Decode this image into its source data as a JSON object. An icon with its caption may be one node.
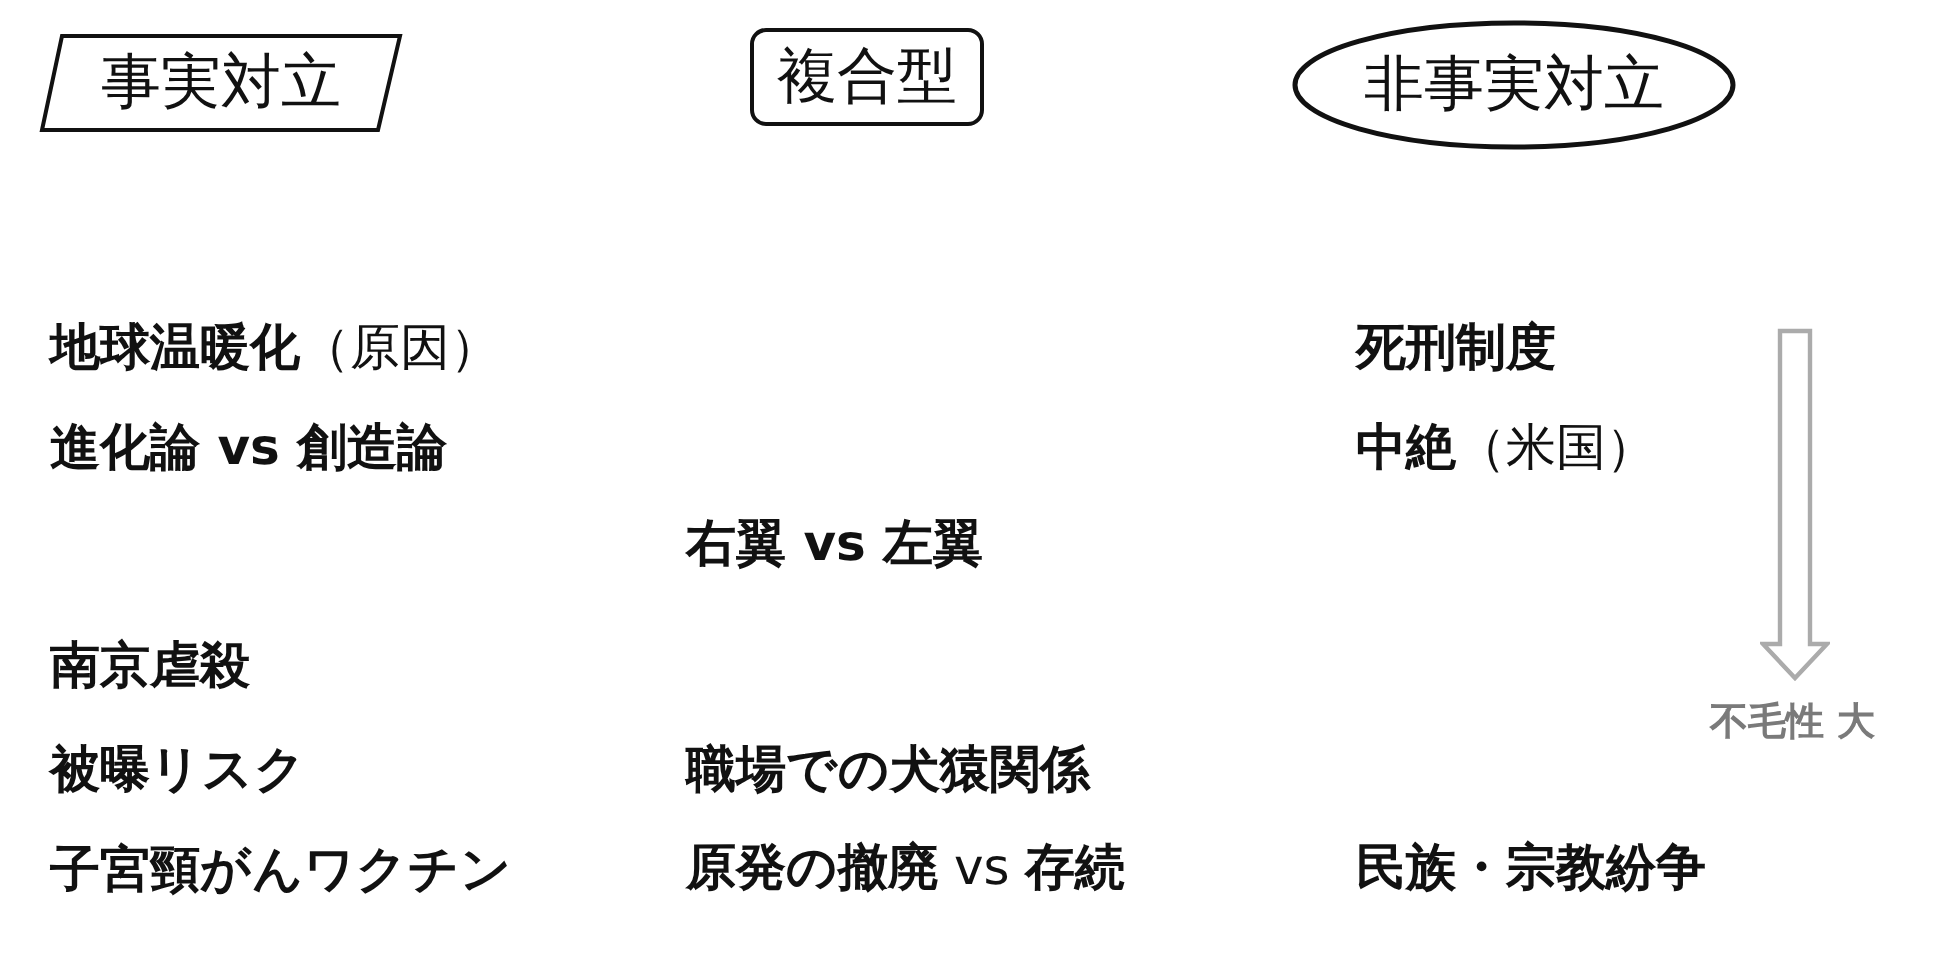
{
  "diagram": {
    "nodes": [
      {
        "text": [
          "事実対立"
        ]
      },
      {
        "text": [
          "複合型"
        ]
      },
      {
        "text": [
          "非事実対立"
        ]
      }
    ],
    "labels": [
      "**地球温暖化**（原因）",
      "死刑制度",
      "進化論 vs 創造論",
      "**中絶**（米国）",
      "右翼 vs 左翼",
      "南京虐殺",
      "不毛性 大",
      "被曝リスク",
      "職場での犬猿関係",
      "子宮頸がんワクチン",
      "**原発の撤廃** vs **存続**",
      "民族・宗教紛争"
    ]
  }
}
